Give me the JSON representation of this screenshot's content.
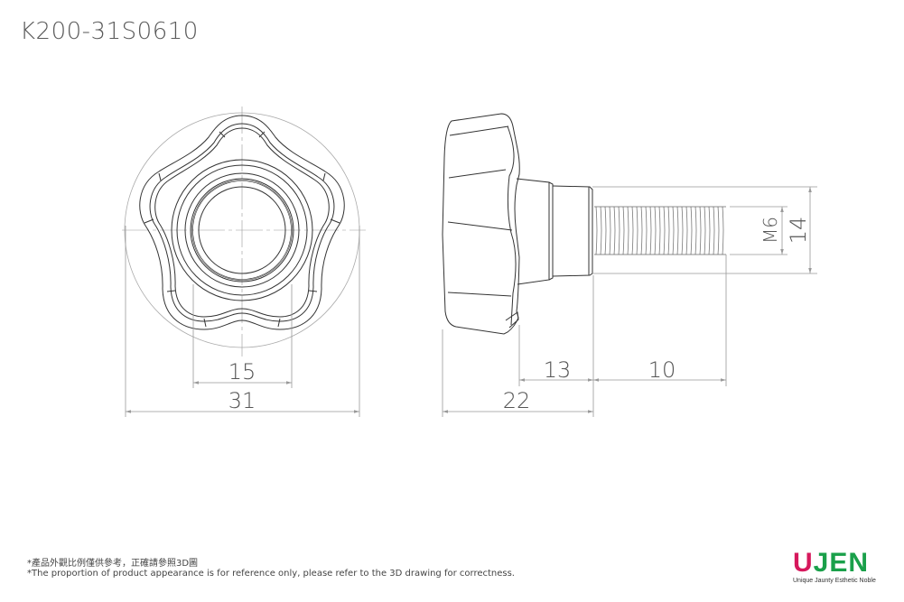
{
  "title": "K200-31S0610",
  "dimensions": {
    "front_inner": "15",
    "front_outer": "31",
    "side_hub": "13",
    "side_thread_length": "10",
    "side_total": "22",
    "thread_size": "M6",
    "hub_diameter": "14"
  },
  "notes": {
    "zh": "*產品外觀比例僅供參考，正確請參照3D圖",
    "en": "*The proportion of product appearance is for reference only, please refer to the 3D drawing for correctness."
  },
  "logo": {
    "u": "U",
    "jen": "JEN",
    "tagline": "Unique Jaunty Esthetic Noble",
    "colors": {
      "u": "#d6185c",
      "jen": "#1aa04a"
    }
  },
  "colors": {
    "line": "#333333",
    "dim": "#999999",
    "text": "#555555"
  }
}
